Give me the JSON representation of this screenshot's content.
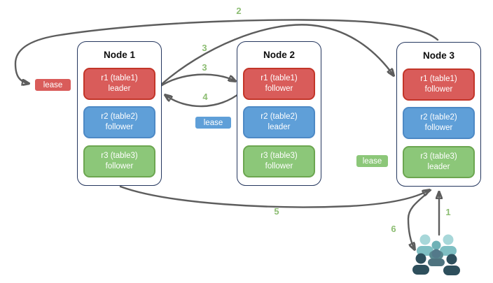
{
  "colors": {
    "replica_red": "#d95c5a",
    "replica_red_border": "#c33529",
    "replica_blue": "#5f9fd8",
    "replica_blue_border": "#4d89c5",
    "replica_green": "#8cc779",
    "replica_green_border": "#6ca650",
    "node_border": "#24365e",
    "arrow_gray": "#5d5d5d",
    "step_label_green": "#8cbd72",
    "users_light_teal": "#a7d7d9",
    "users_mid_teal": "#6fb1b6",
    "users_gray_blue": "#4e737f",
    "users_dark_slate": "#2e4f5c"
  },
  "nodes": [
    {
      "title": "Node 1",
      "replicas": [
        {
          "name": "r1 (table1)",
          "role": "leader",
          "color": "red"
        },
        {
          "name": "r2 (table2)",
          "role": "follower",
          "color": "blue"
        },
        {
          "name": "r3 (table3)",
          "role": "follower",
          "color": "green"
        }
      ]
    },
    {
      "title": "Node 2",
      "replicas": [
        {
          "name": "r1 (table1)",
          "role": "follower",
          "color": "red"
        },
        {
          "name": "r2 (table2)",
          "role": "leader",
          "color": "blue"
        },
        {
          "name": "r3 (table3)",
          "role": "follower",
          "color": "green"
        }
      ]
    },
    {
      "title": "Node 3",
      "replicas": [
        {
          "name": "r1 (table1)",
          "role": "follower",
          "color": "red"
        },
        {
          "name": "r2 (table2)",
          "role": "follower",
          "color": "blue"
        },
        {
          "name": "r3 (table3)",
          "role": "leader",
          "color": "green"
        }
      ]
    }
  ],
  "leases": [
    {
      "label": "lease",
      "color": "red"
    },
    {
      "label": "lease",
      "color": "blue"
    },
    {
      "label": "lease",
      "color": "green"
    }
  ],
  "steps": {
    "s1": "1",
    "s2": "2",
    "s3a": "3",
    "s3b": "3",
    "s4": "4",
    "s5": "5",
    "s6": "6"
  },
  "icons": {
    "users": "users-icon"
  }
}
